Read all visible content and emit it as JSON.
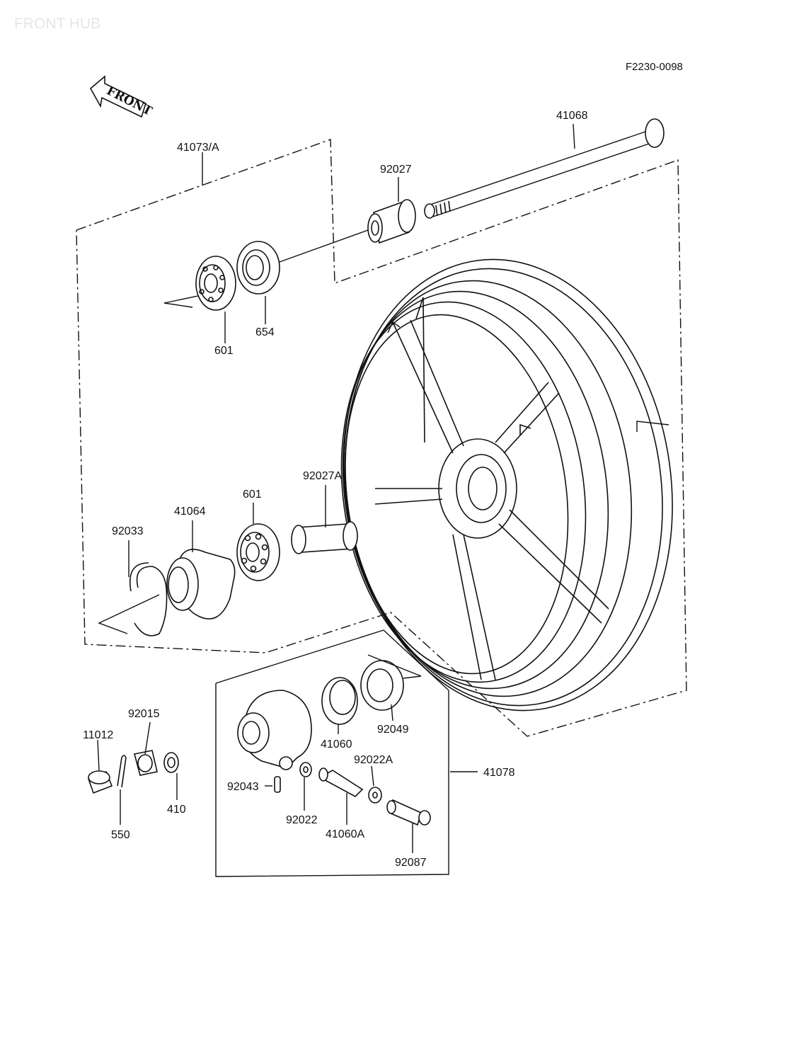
{
  "title": "FRONT HUB",
  "diagram_code": "F2230-0098",
  "front_arrow_label": "FRONT",
  "labels": {
    "p41068": "41068",
    "p41073A": "41073/A",
    "p92027": "92027",
    "p601_top": "601",
    "p654": "654",
    "p92027A": "92027A",
    "p601_mid": "601",
    "p41064": "41064",
    "p92033": "92033",
    "p92015": "92015",
    "p11012": "11012",
    "p550": "550",
    "p410": "410",
    "p92049": "92049",
    "p41060": "41060",
    "p92022A": "92022A",
    "p41078": "41078",
    "p92043": "92043",
    "p92022": "92022",
    "p41060A": "41060A",
    "p92087": "92087"
  }
}
